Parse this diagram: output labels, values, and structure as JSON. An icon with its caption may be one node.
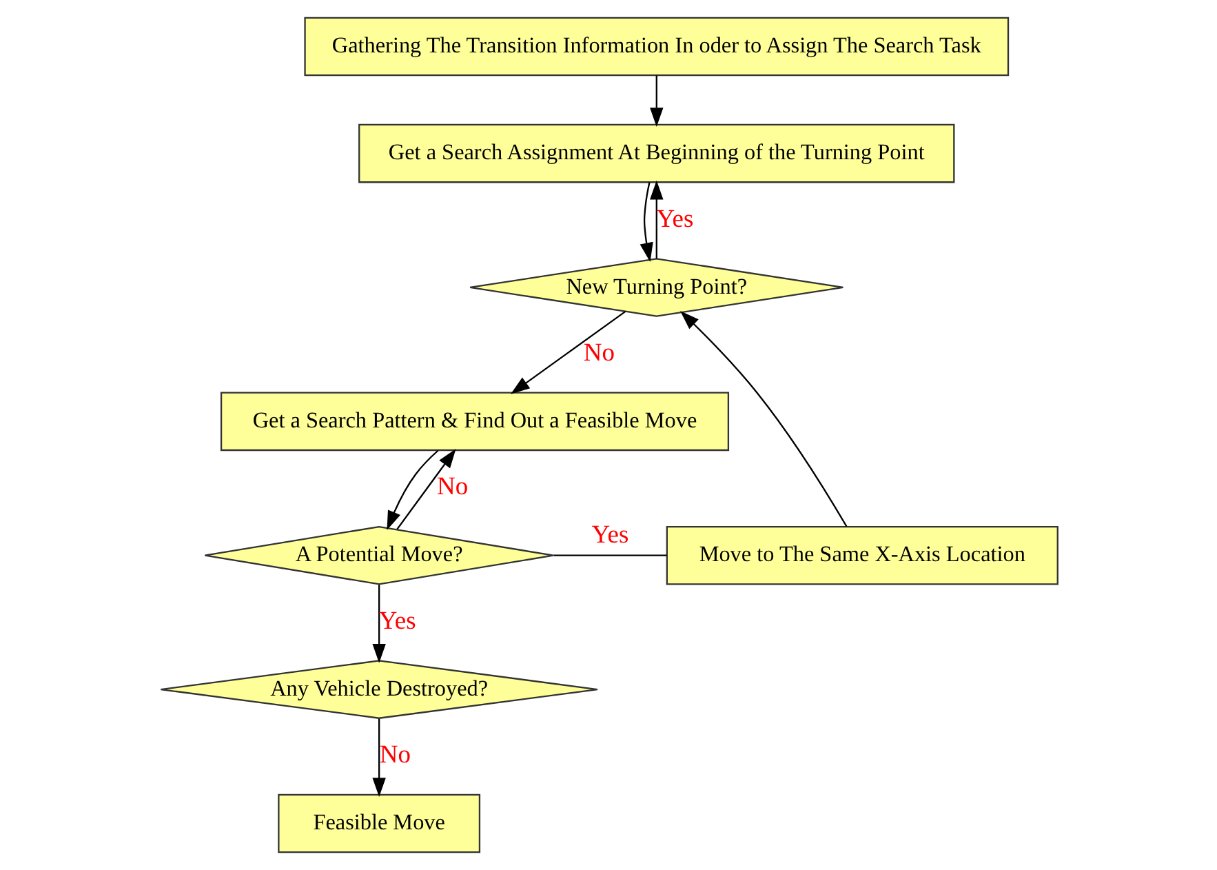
{
  "diagram": {
    "nodes": [
      {
        "text": [
          "Gathering The Transition Information In oder to Assign The Search Task"
        ]
      },
      {
        "text": [
          "Get a Search Assignment At Beginning of the Turning Point"
        ]
      },
      {
        "text": [
          "New Turning Point?"
        ]
      },
      {
        "text": [
          "Get a Search Pattern & Find Out a Feasible Move"
        ]
      },
      {
        "text": [
          "A Potential Move?"
        ]
      },
      {
        "text": [
          "Move to The Same X-Axis Location"
        ]
      },
      {
        "text": [
          "Any Vehicle Destroyed?"
        ]
      },
      {
        "text": [
          "Feasible Move"
        ]
      }
    ],
    "edges": [
      {
        "from": 0,
        "to": 1,
        "arrow": "to"
      },
      {
        "from": 1,
        "to": 2,
        "arrow": "to"
      },
      {
        "from": 2,
        "to": 1,
        "arrow": "to",
        "label": "Yes"
      },
      {
        "from": 2,
        "to": 3,
        "arrow": "to",
        "label": "No"
      },
      {
        "from": 3,
        "to": 4,
        "arrow": "to"
      },
      {
        "from": 4,
        "to": 3,
        "arrow": "to",
        "label": "No"
      },
      {
        "from": 4,
        "to": 5,
        "arrow": "none",
        "label": "Yes"
      },
      {
        "from": 5,
        "to": 2,
        "arrow": "to"
      },
      {
        "from": 4,
        "to": 6,
        "arrow": "to",
        "label": "Yes"
      },
      {
        "from": 6,
        "to": 7,
        "arrow": "to",
        "label": "No"
      }
    ]
  }
}
